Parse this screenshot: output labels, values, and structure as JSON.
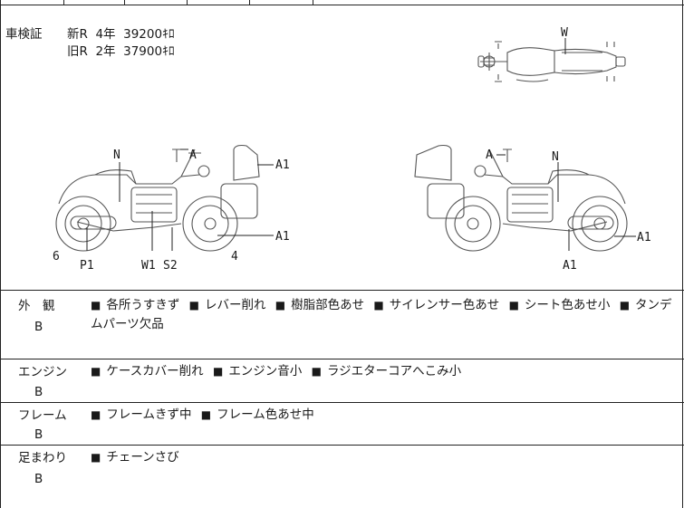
{
  "inspection": {
    "label": "車検証",
    "new_line": "新R  4年  39200ｷﾛ",
    "old_line": "旧R  2年  37900ｷﾛ"
  },
  "diagram": {
    "top_marks": [
      "W"
    ],
    "left_marks": [
      "N",
      "A",
      "A1",
      "A1",
      "6",
      "P1",
      "W1",
      "S2",
      "4"
    ],
    "right_marks": [
      "A",
      "N",
      "A1",
      "A1"
    ]
  },
  "sections": [
    {
      "label": "外　観",
      "grade": "B",
      "items": [
        "各所うすきず",
        "レバー削れ",
        "樹脂部色あせ",
        "サイレンサー色あせ",
        "シート色あせ小",
        "タンデムパーツ欠品"
      ]
    },
    {
      "label": "エンジン",
      "grade": "B",
      "items": [
        "ケースカバー削れ",
        "エンジン音小",
        "ラジエターコアへこみ小"
      ]
    },
    {
      "label": "フレーム",
      "grade": "B",
      "items": [
        "フレームきず中",
        "フレーム色あせ中"
      ]
    },
    {
      "label": "足まわり",
      "grade": "B",
      "items": [
        "チェーンさび"
      ]
    }
  ],
  "bullet_glyph": "■"
}
